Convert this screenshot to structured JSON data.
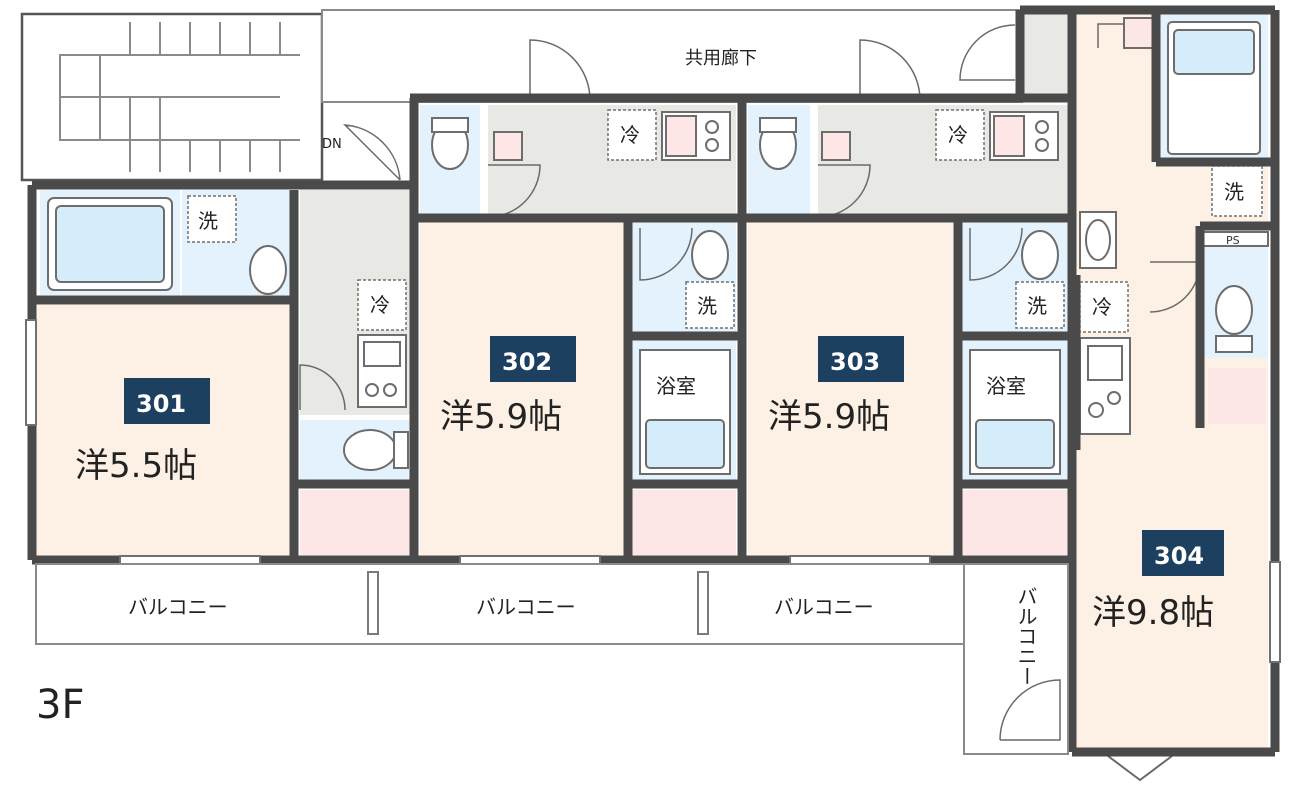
{
  "floor_label": "3F",
  "corridor_label": "共用廊下",
  "stairs_label": "DN",
  "ps_label": "PS",
  "fixtures": {
    "fridge": "冷",
    "washer": "洗",
    "bath": "浴室",
    "balcony": "バルコニー",
    "balcony_vertical": "バルコニー"
  },
  "units": [
    {
      "number": "301",
      "room": "洋5.5帖"
    },
    {
      "number": "302",
      "room": "洋5.9帖"
    },
    {
      "number": "303",
      "room": "洋5.9帖"
    },
    {
      "number": "304",
      "room": "洋9.8帖"
    }
  ],
  "colors": {
    "badge": "#1d4060",
    "room": "#fdf0e4",
    "wet": "#e3f2fc",
    "wall": "#4a4a4a"
  }
}
